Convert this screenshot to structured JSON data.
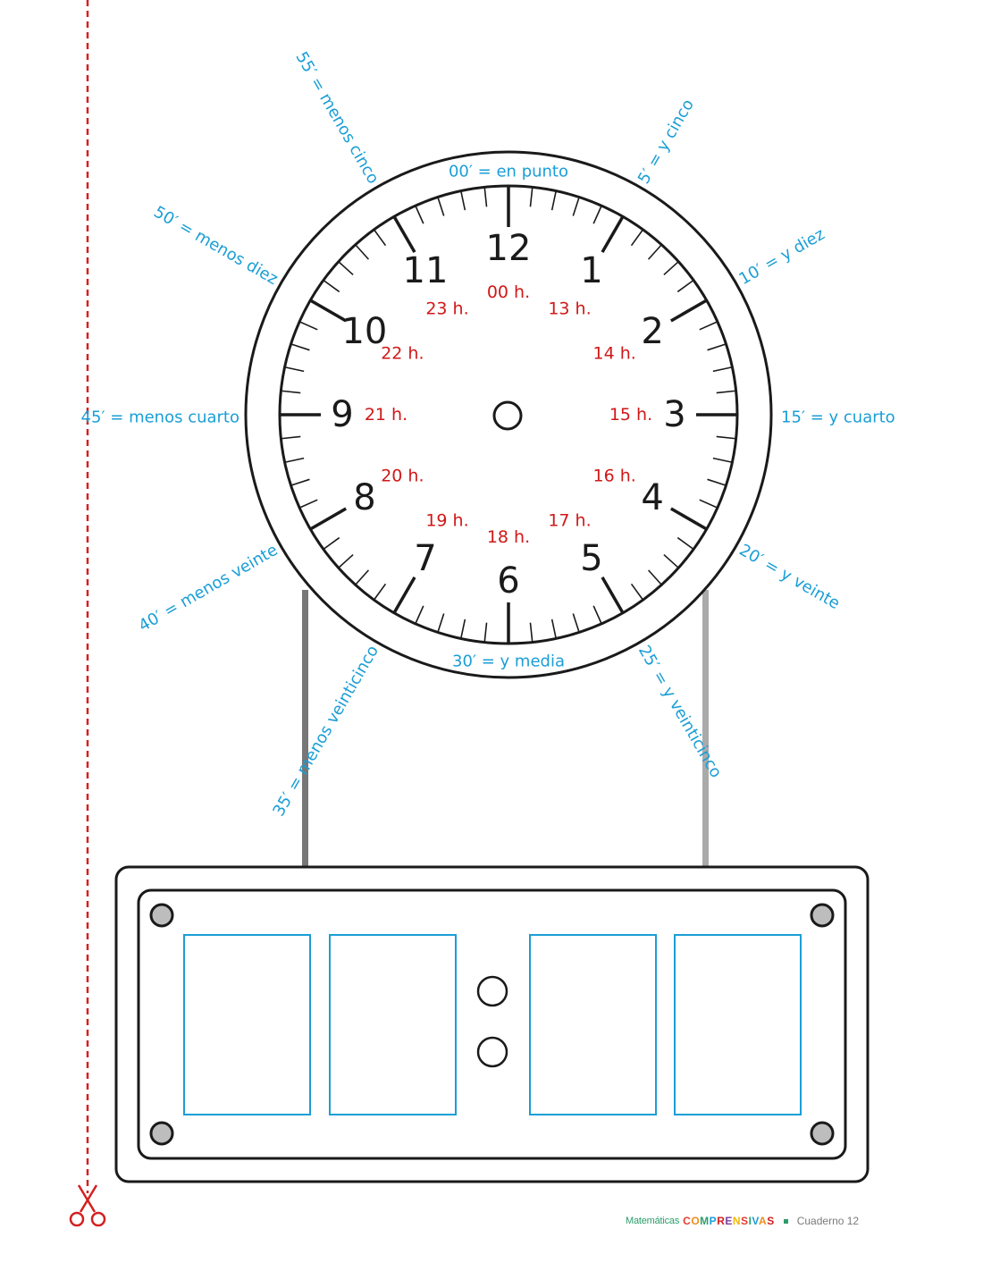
{
  "clock": {
    "hour_numbers": [
      "12",
      "1",
      "2",
      "3",
      "4",
      "5",
      "6",
      "7",
      "8",
      "9",
      "10",
      "11"
    ],
    "hours_24": [
      "00 h.",
      "13 h.",
      "14 h.",
      "15 h.",
      "16 h.",
      "17 h.",
      "18 h.",
      "19 h.",
      "20 h.",
      "21 h.",
      "22 h.",
      "23 h."
    ],
    "minute_labels": [
      "00′ = en punto",
      "5′ = y cinco",
      "10′ = y diez",
      "15′ = y cuarto",
      "20′ = y veinte",
      "25′ = y veinticinco",
      "30′ = y media",
      "35′ = menos veinticinco",
      "40′ = menos veinte",
      "45′ = menos cuarto",
      "50′ = menos diez",
      "55′ = menos cinco"
    ]
  },
  "footer": {
    "series_prefix": "Matemáticas",
    "series_brand": "COMPRENSIVAS",
    "notebook": "Cuaderno 12"
  },
  "colors": {
    "minute_label": "#1a9ed6",
    "hour_24": "#d01818",
    "cut_line": "#d32020",
    "digit_box": "#1a9ed6",
    "ink": "#1a1a1a"
  },
  "brand_letter_colors": [
    "#e63b2e",
    "#f28c1a",
    "#2a9d6b",
    "#1a9ed6",
    "#d32020",
    "#7b3fa0",
    "#f2b705",
    "#e63b2e",
    "#2a9d6b",
    "#1a9ed6",
    "#f28c1a",
    "#d32020"
  ]
}
